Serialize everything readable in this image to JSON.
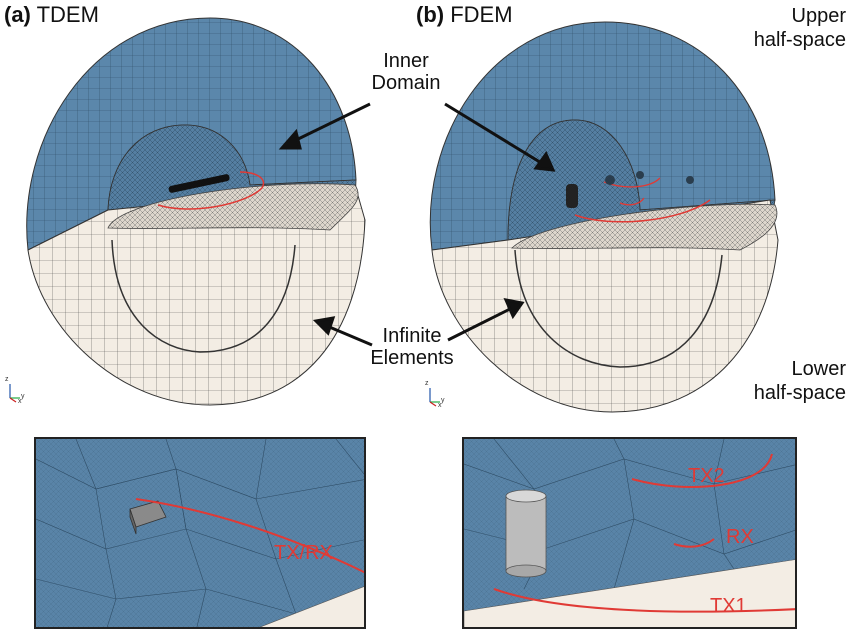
{
  "panels": {
    "a": {
      "tag": "(a)",
      "method": "TDEM"
    },
    "b": {
      "tag": "(b)",
      "method": "FDEM"
    }
  },
  "callouts": {
    "inner_domain": [
      "Inner",
      "Domain"
    ],
    "infinite_elements": [
      "Infinite",
      "Elements"
    ]
  },
  "regions": {
    "upper": [
      "Upper",
      "half-space"
    ],
    "lower": [
      "Lower",
      "half-space"
    ]
  },
  "insets": {
    "tdem": {
      "labels": [
        "TX/RX"
      ]
    },
    "fdem": {
      "labels": [
        "TX2",
        "RX",
        "TX1"
      ]
    }
  },
  "axis_labels": {
    "z": "z",
    "y": "y",
    "x": "x"
  },
  "colors": {
    "conductive_blue": "#5b87ab",
    "mesh_white": "#f3ede4",
    "loop_red": "#e03a35",
    "mesh_line": "#4a4a4a"
  }
}
